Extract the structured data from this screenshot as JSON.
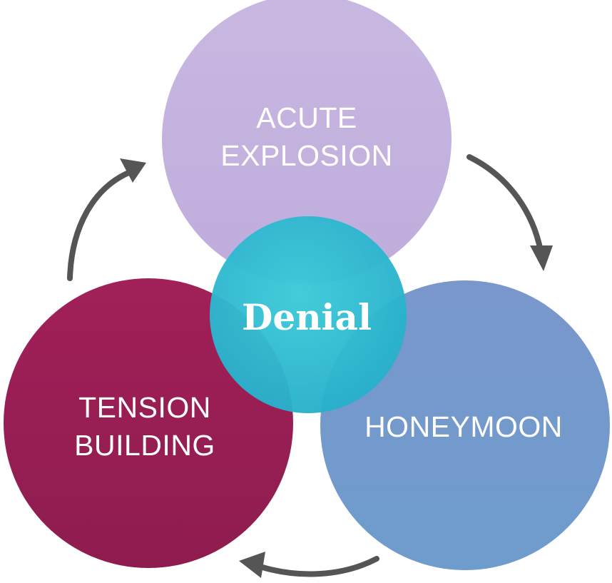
{
  "diagram": {
    "stages": [
      {
        "id": "acute",
        "lines": [
          "ACUTE",
          "EXPLOSION"
        ],
        "color": "#c4b3de"
      },
      {
        "id": "honeymoon",
        "lines": [
          "HONEYMOON"
        ],
        "color": "#7494cb"
      },
      {
        "id": "tension",
        "lines": [
          "TENSION",
          "BUILDING"
        ],
        "color": "#9a1f55"
      }
    ],
    "center": {
      "label": "Denial",
      "color": "#2fb9cf"
    },
    "arrow_color": "#555555",
    "background": "#ffffff"
  }
}
